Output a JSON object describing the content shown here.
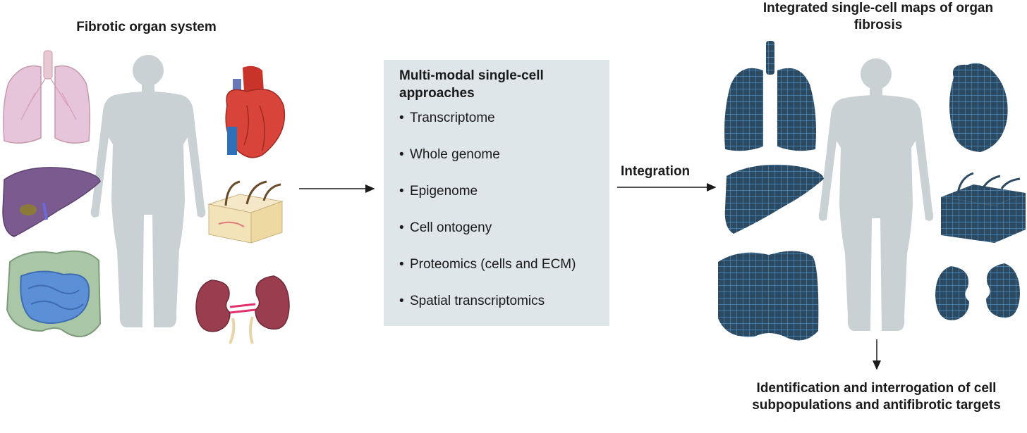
{
  "left": {
    "title": "Fibrotic organ system",
    "organs": [
      "lung-icon",
      "liver-icon",
      "intestine-icon",
      "heart-icon",
      "skin-icon",
      "kidney-icon"
    ]
  },
  "panel": {
    "title": "Multi-modal single-cell approaches",
    "items": [
      "Transcriptome",
      "Whole genome",
      "Epigenome",
      "Cell ontogeny",
      "Proteomics (cells and ECM)",
      "Spatial transcriptomics"
    ]
  },
  "integration_label": "Integration",
  "right": {
    "title": "Integrated single-cell maps of organ fibrosis",
    "outcome": "Identification and interrogation of cell subpopulations and antifibrotic targets"
  },
  "colors": {
    "silhouette": "#c9d1d4",
    "panel_bg": "#dfe6ea",
    "map_fill": "#2d4a63",
    "map_grid": "#5aa9e6",
    "lung": "#e6c4da",
    "liver": "#7b5b8f",
    "heart": "#d9443a",
    "kidney": "#9a3e4f",
    "intestine": "#5b8fd6",
    "colon": "#a9c6a6",
    "skin": "#f3e3b8"
  }
}
